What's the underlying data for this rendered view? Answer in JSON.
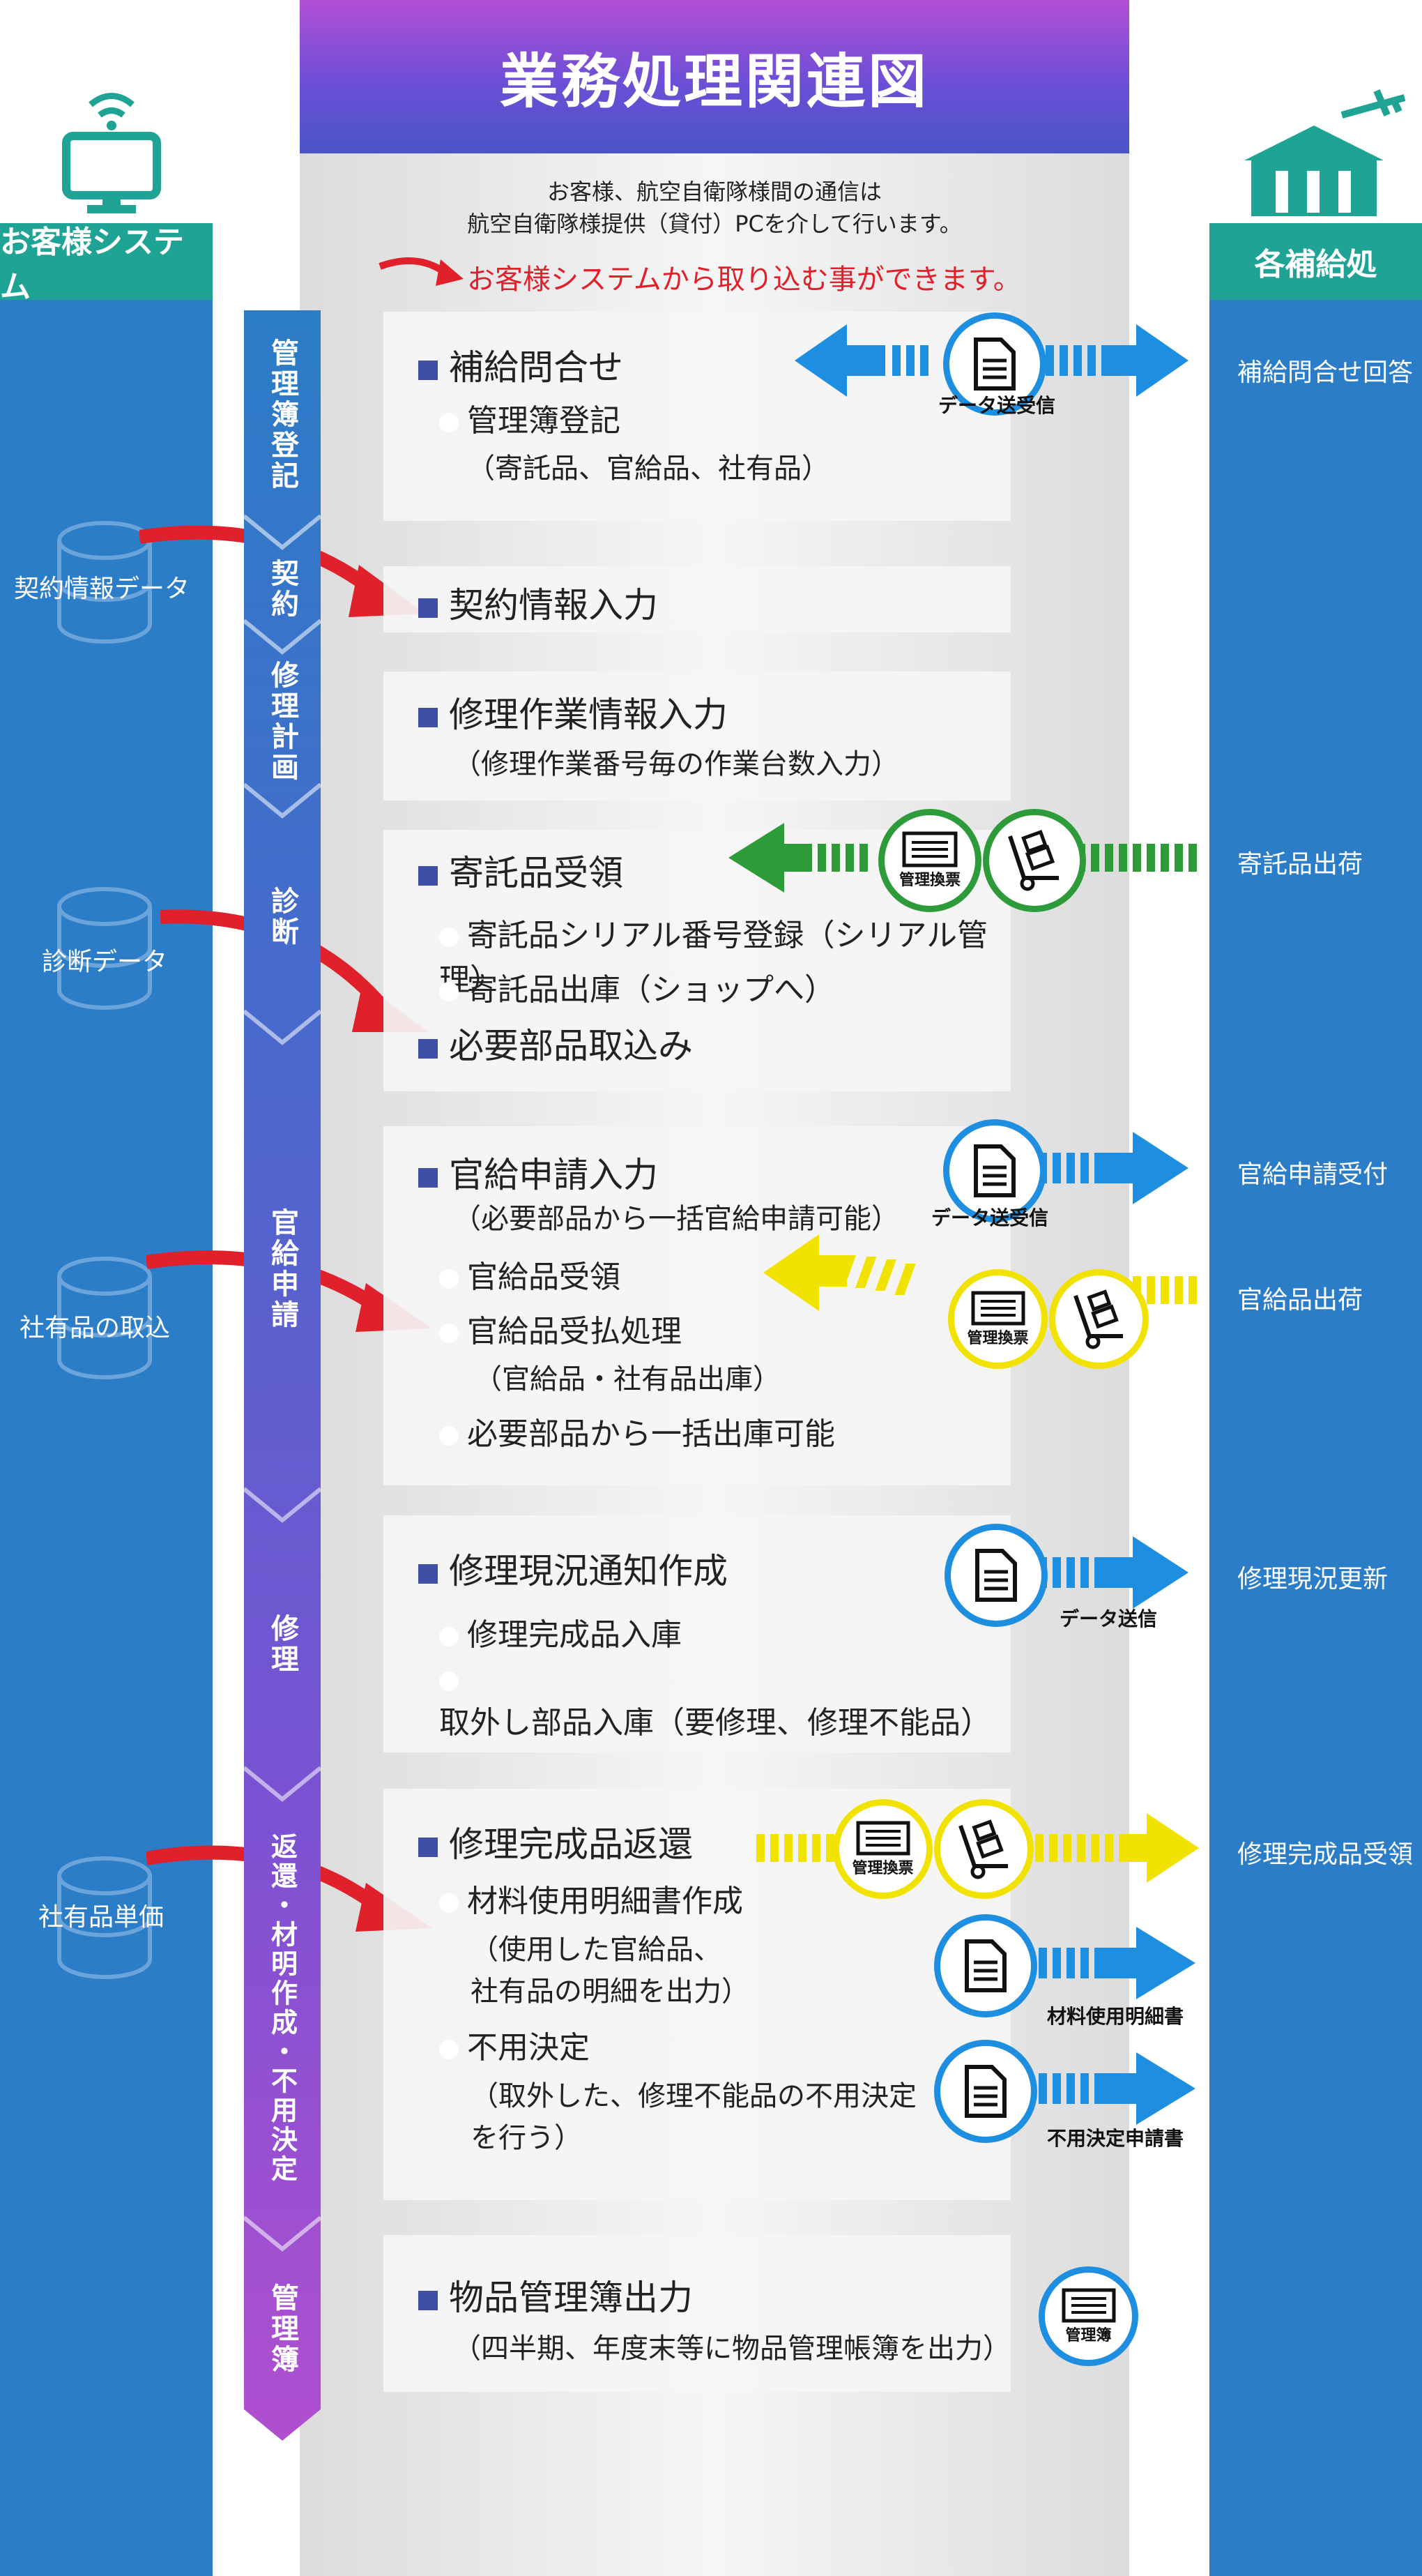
{
  "title": "業務処理関連図",
  "notes": {
    "line1": "お客様、航空自衛隊様間の通信は",
    "line2": "航空自衛隊様提供（貸付）PCを介して行います。",
    "import": "お客様システムから取り込む事ができます。"
  },
  "left_header": "お客様システム",
  "right_header": "各補給処",
  "left_items": [
    "契約情報データ",
    "診断データ",
    "社有品の取込",
    "社有品単価"
  ],
  "processes": [
    "管理簿登記",
    "契約",
    "修理計画",
    "診断",
    "官給申請",
    "修理",
    "返還・材明作成・不用決定",
    "管理簿"
  ],
  "panels": {
    "p1": {
      "h": "補給問合せ",
      "b": "管理簿登記",
      "s": "（寄託品、官給品、社有品）"
    },
    "p2": {
      "h": "契約情報入力"
    },
    "p3": {
      "h": "修理作業情報入力",
      "s": "（修理作業番号毎の作業台数入力）"
    },
    "p4": {
      "h": "寄託品受領",
      "b1": "寄託品シリアル番号登録（シリアル管理）",
      "b2": "寄託品出庫（ショップへ）",
      "h2": "必要部品取込み"
    },
    "p5": {
      "h": "官給申請入力",
      "s": "（必要部品から一括官給申請可能）",
      "b1": "官給品受領",
      "b2": "官給品受払処理",
      "s2": "（官給品・社有品出庫）",
      "b3": "必要部品から一括出庫可能"
    },
    "p6": {
      "h": "修理現況通知作成",
      "b1": "修理完成品入庫",
      "b2": "取外し部品入庫（要修理、修理不能品）"
    },
    "p7": {
      "h": "修理完成品返還",
      "b1": "材料使用明細書作成",
      "s1": "（使用した官給品、",
      "s2": "社有品の明細を出力）",
      "b2": "不用決定",
      "s3": "（取外した、修理不能品の不用決定",
      "s4": "を行う）"
    },
    "p8": {
      "h": "物品管理簿出力",
      "s": "（四半期、年度末等に物品管理帳簿を出力）"
    }
  },
  "right_items": [
    "補給問合せ回答",
    "寄託品出荷",
    "官給申請受付",
    "官給品出荷",
    "修理現況更新",
    "修理完成品受領"
  ],
  "icon_captions": {
    "data_send_recv": "データ送受信",
    "kanri_kanpyo": "管理換票",
    "data_send": "データ送信",
    "zairyou": "材料使用明細書",
    "fuyou": "不用決定申請書",
    "kanribo": "管理簿"
  },
  "colors": {
    "blue": "#2b7dc7",
    "teal": "#1fa394",
    "purple": "#6a4fd6",
    "red": "#e0202a",
    "green": "#2e9b3a",
    "yellow": "#f2e200",
    "arrowBlue": "#1e8fe0"
  }
}
